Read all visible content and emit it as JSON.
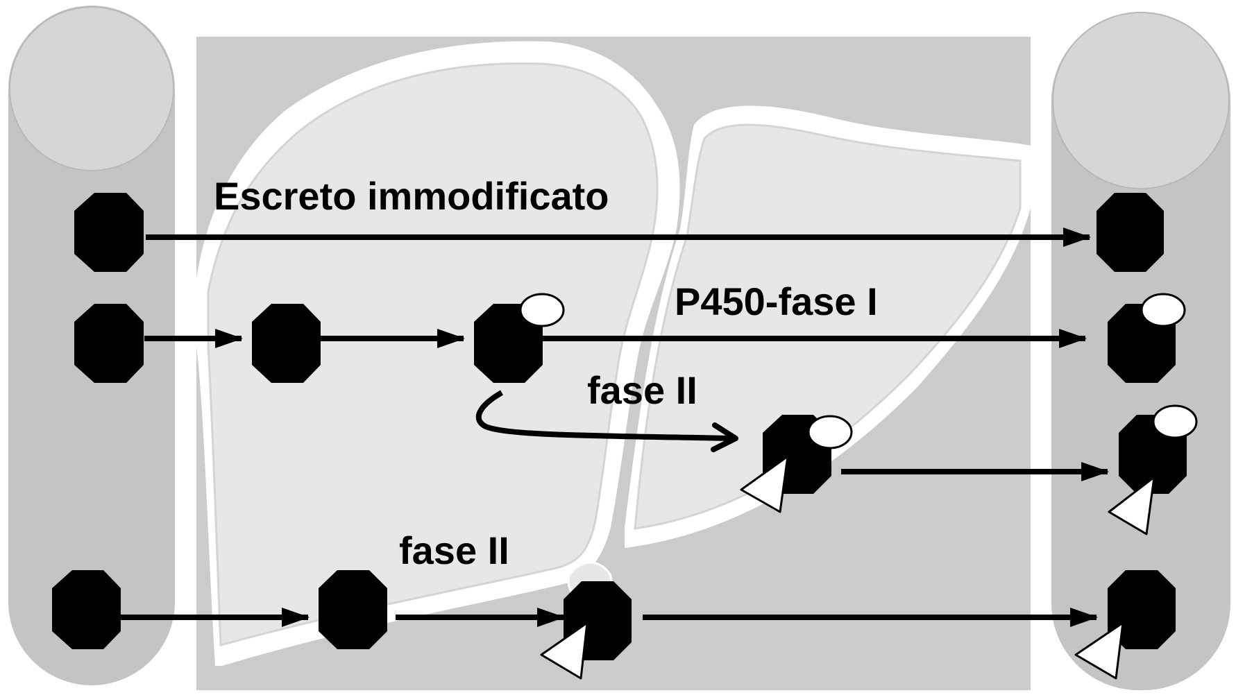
{
  "labels": {
    "unchanged": "Escreto immodificato",
    "phase1": "P450-fase I",
    "phase2_upper": "fase II",
    "phase2_lower": "fase II"
  },
  "colors": {
    "background": "#ffffff",
    "column_fill": "#c4c4c4",
    "column_cap": "#d6d6d6",
    "panel_fill": "#cbcbcb",
    "liver_fill": "#e7e7e7",
    "liver_outline": "#ffffff",
    "molecule": "#000000",
    "attachment_fill": "#ffffff",
    "arrow": "#000000",
    "text": "#000000"
  },
  "icons": {
    "molecule": "octagon-icon",
    "oxidized_group": "ellipse-icon",
    "conjugate_group": "triangle-icon",
    "organ": "liver-silhouette"
  }
}
